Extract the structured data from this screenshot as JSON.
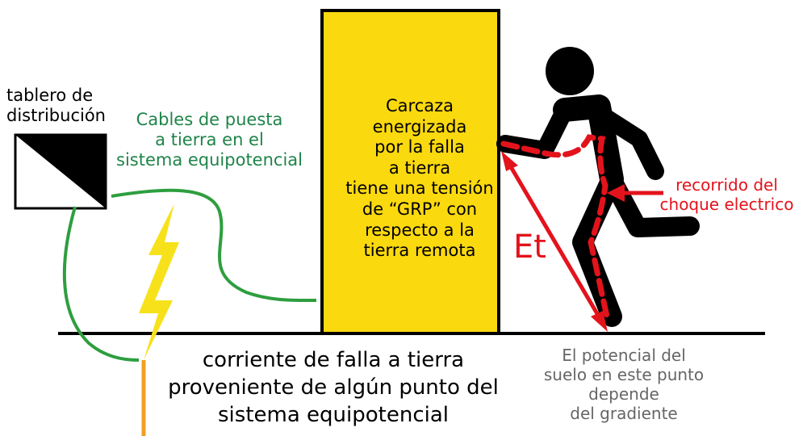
{
  "panel_label": [
    "tablero de",
    "distribución"
  ],
  "cables_label": [
    "Cables de puesta",
    "a tierra en el",
    "sistema equipotencial"
  ],
  "enclosure_label": [
    "Carcaza",
    "energizada",
    "por la falla",
    "a tierra",
    "tiene una tensión",
    "de “GRP” con",
    "respecto a la",
    "tierra remota"
  ],
  "shock_path_label": [
    "recorrido del",
    "choque electrico"
  ],
  "touch_voltage_label": "Et",
  "fault_current_label": [
    "corriente de falla a tierra",
    "proveniente de algún punto del",
    "sistema equipotencial"
  ],
  "soil_potential_label": [
    "El potencial del",
    "suelo en este punto",
    "depende",
    "del gradiente"
  ],
  "colors": {
    "enclosure_fill": "#fbd90f",
    "cable_green": "#2e9e3f",
    "label_green": "#1e8449",
    "shock_red": "#e3131c",
    "lightning_yellow": "#f7e11b",
    "ground_rod_orange": "#f0a020",
    "soil_text_gray": "#666666",
    "figure_black": "#000000"
  },
  "icons": [
    "distribution-panel-icon",
    "lightning-bolt-icon",
    "ground-rod-icon",
    "person-running-icon",
    "double-arrow-icon",
    "arrow-icon"
  ]
}
